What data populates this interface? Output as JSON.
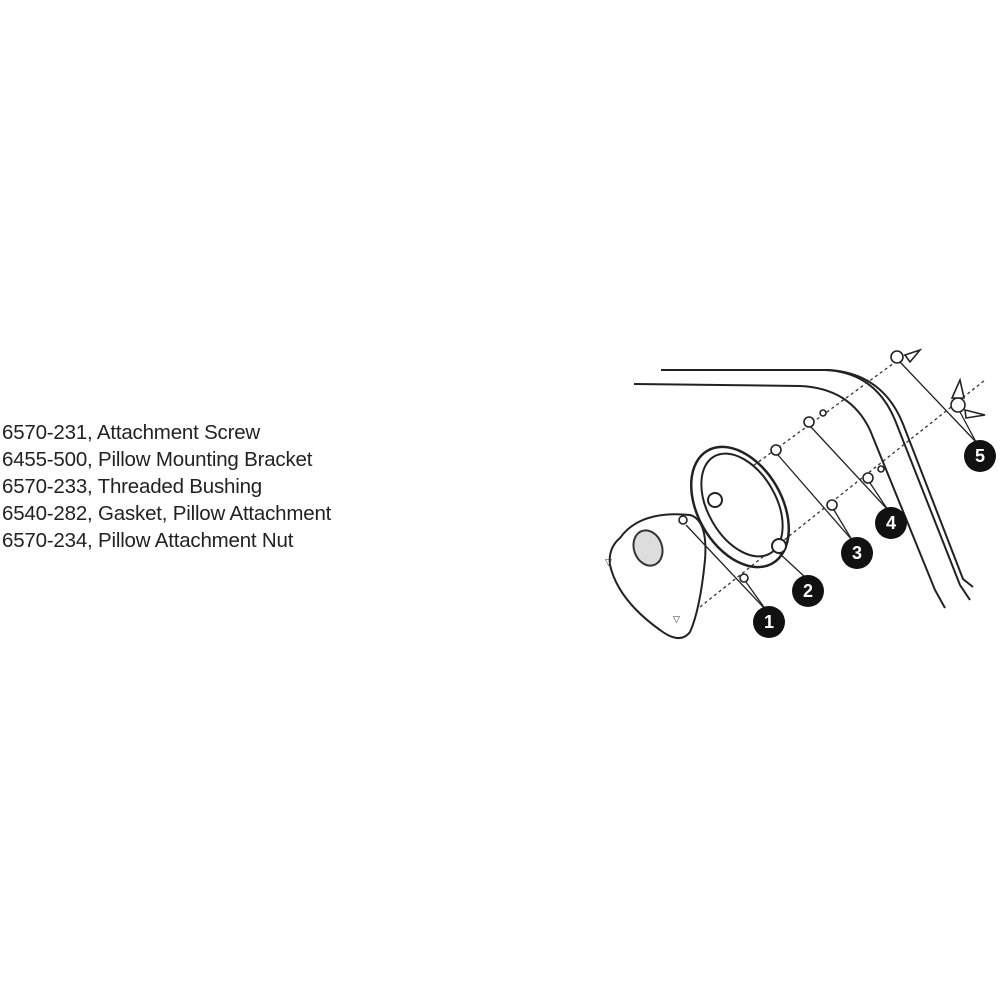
{
  "parts_list": [
    {
      "number": "1",
      "text": "6570-231, Attachment Screw"
    },
    {
      "number": "2",
      "text": "6455-500, Pillow Mounting Bracket"
    },
    {
      "number": "3",
      "text": "6570-233, Threaded Bushing"
    },
    {
      "number": "4",
      "text": "6540-282, Gasket, Pillow Attachment"
    },
    {
      "number": "5",
      "text": "6570-234, Pillow Attachment Nut"
    }
  ],
  "callouts": [
    "1",
    "2",
    "3",
    "4",
    "5"
  ]
}
